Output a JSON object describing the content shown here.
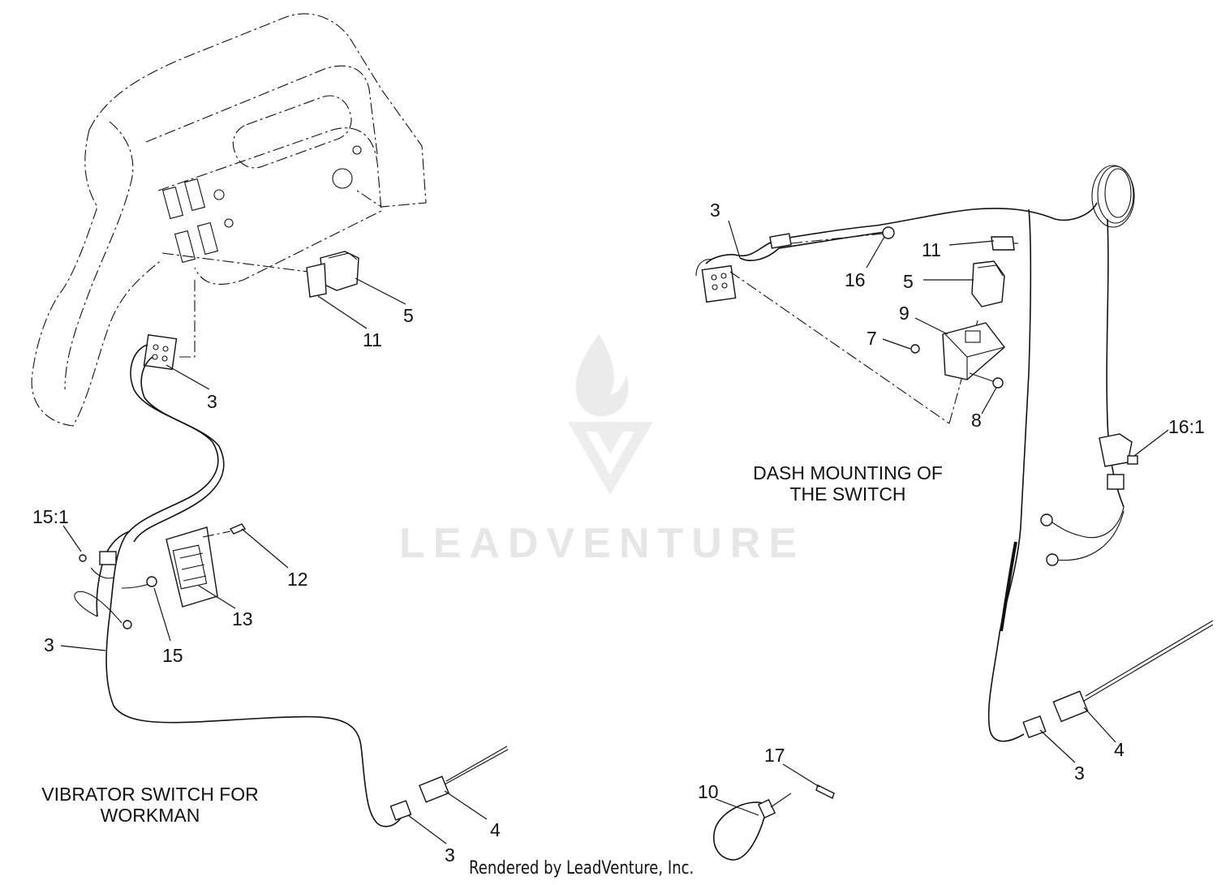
{
  "captions": {
    "left": "VIBRATOR SWITCH FOR WORKMAN",
    "right": "DASH MOUNTING OF THE SWITCH"
  },
  "footer": "Rendered by LeadVenture, Inc.",
  "watermark": {
    "text": "LEADVENTURE",
    "icon": "leadventure-flame-logo-icon"
  },
  "callouts": {
    "l_5": "5",
    "l_11": "11",
    "l_3a": "3",
    "l_15_1": "15:1",
    "l_12": "12",
    "l_13": "13",
    "l_15": "15",
    "l_3b": "3",
    "l_4a": "4",
    "l_3c": "3",
    "r_3": "3",
    "r_16": "16",
    "r_11": "11",
    "r_5": "5",
    "r_9": "9",
    "r_7": "7",
    "r_8": "8",
    "r_16_1": "16:1",
    "r_4": "4",
    "r_3b": "3",
    "c_17": "17",
    "c_10": "10"
  }
}
